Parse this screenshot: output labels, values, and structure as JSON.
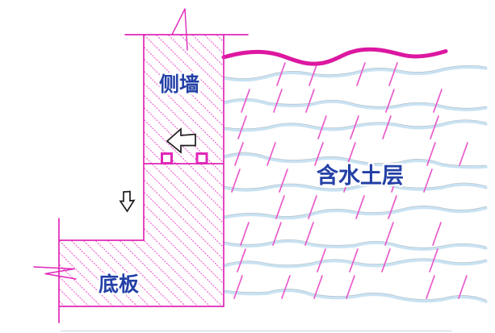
{
  "labels": {
    "side_wall": "侧墙",
    "base_slab": "底板",
    "aquifer": "含水土层"
  },
  "colors": {
    "outline": "#e028b8",
    "hatch": "#ee5fce",
    "water_table": "#dc17a0",
    "wave_blue": "#c9e2f2",
    "wave_shadow": "#a9b5bf",
    "tick": "#e959cb",
    "label_text": "#2340a6",
    "arrow_outline": "#1c1c1c",
    "background": "#ffffff"
  }
}
